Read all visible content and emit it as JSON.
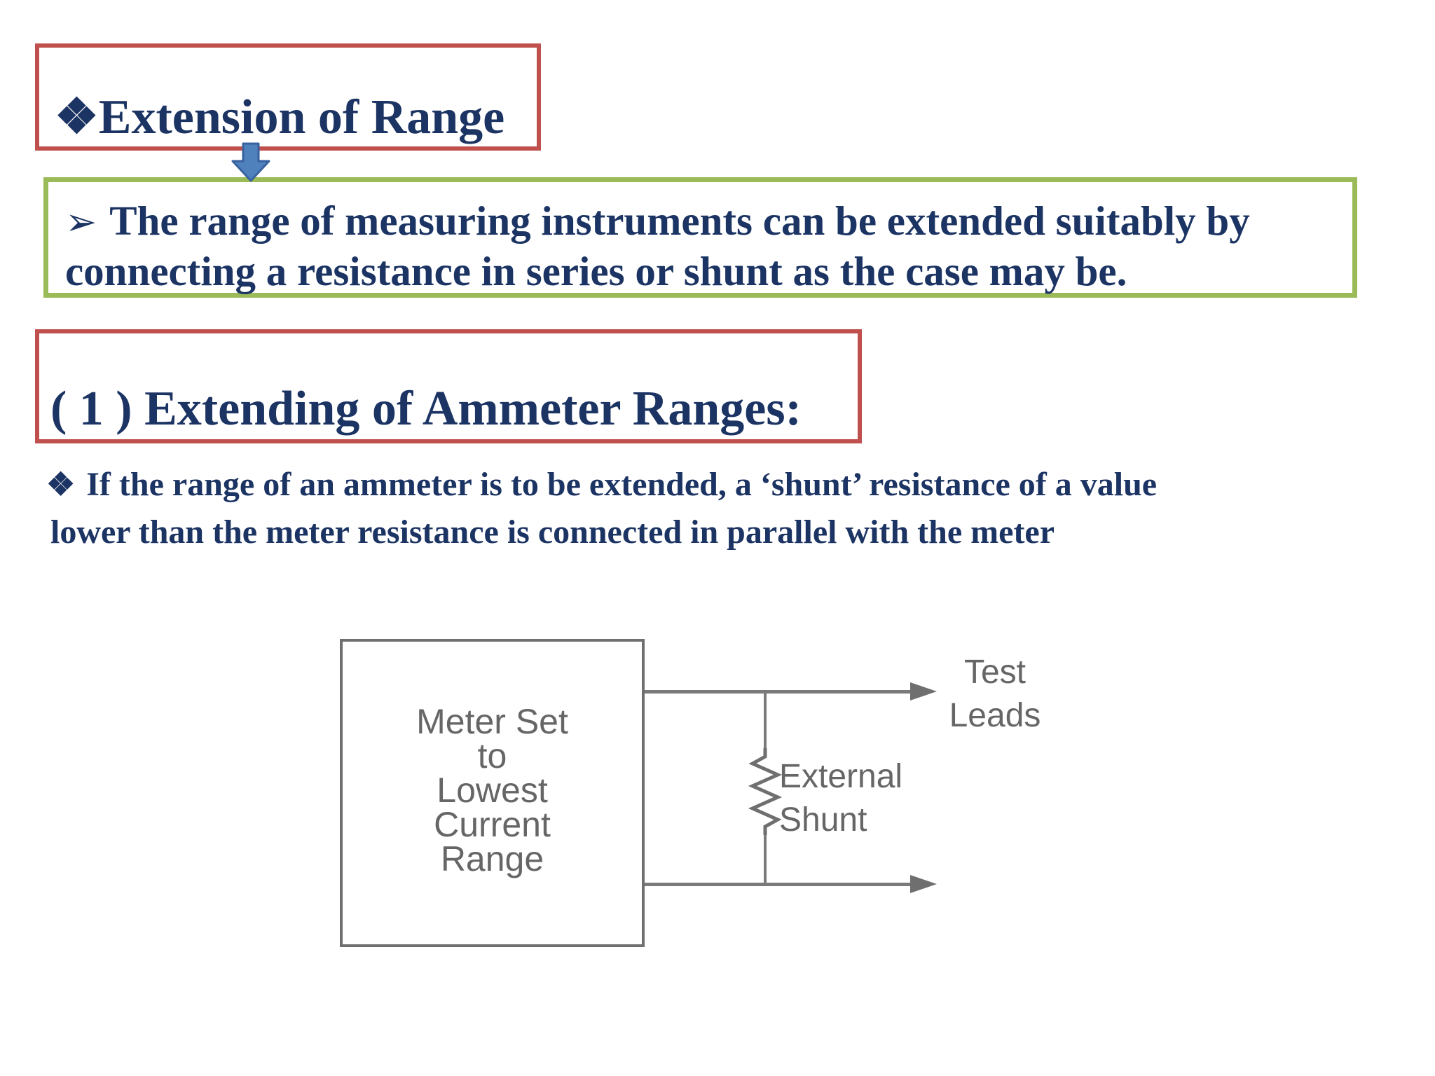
{
  "slide": {
    "title": {
      "bullet": "❖",
      "text": "Extension of Range"
    },
    "note": {
      "bullet": "➢",
      "line1": "The range of measuring instruments can be extended suitably by",
      "line2": "connecting a resistance in series or shunt as the case may be."
    },
    "heading2": "( 1 ) Extending of Ammeter Ranges:",
    "body": {
      "bullet": "❖",
      "line1": "If the range of an ammeter is to be extended, a ‘shunt’ resistance of a value",
      "line2": "lower than the meter resistance is connected in parallel with the meter"
    },
    "diagram": {
      "meter_box_lines": [
        "Meter Set",
        "to",
        "Lowest",
        "Current",
        "Range"
      ],
      "external_label_line1": "External",
      "external_label_line2": "Shunt",
      "test_leads_line1": "Test",
      "test_leads_line2": "Leads"
    },
    "colors": {
      "red_border": "#c0504d",
      "green_border": "#9bbb59",
      "navy_text": "#1c3463",
      "arrow_blue_fill": "#4f81bd",
      "arrow_blue_stroke": "#38619f",
      "diagram_gray": "#6f6f6f",
      "background": "#ffffff"
    }
  }
}
